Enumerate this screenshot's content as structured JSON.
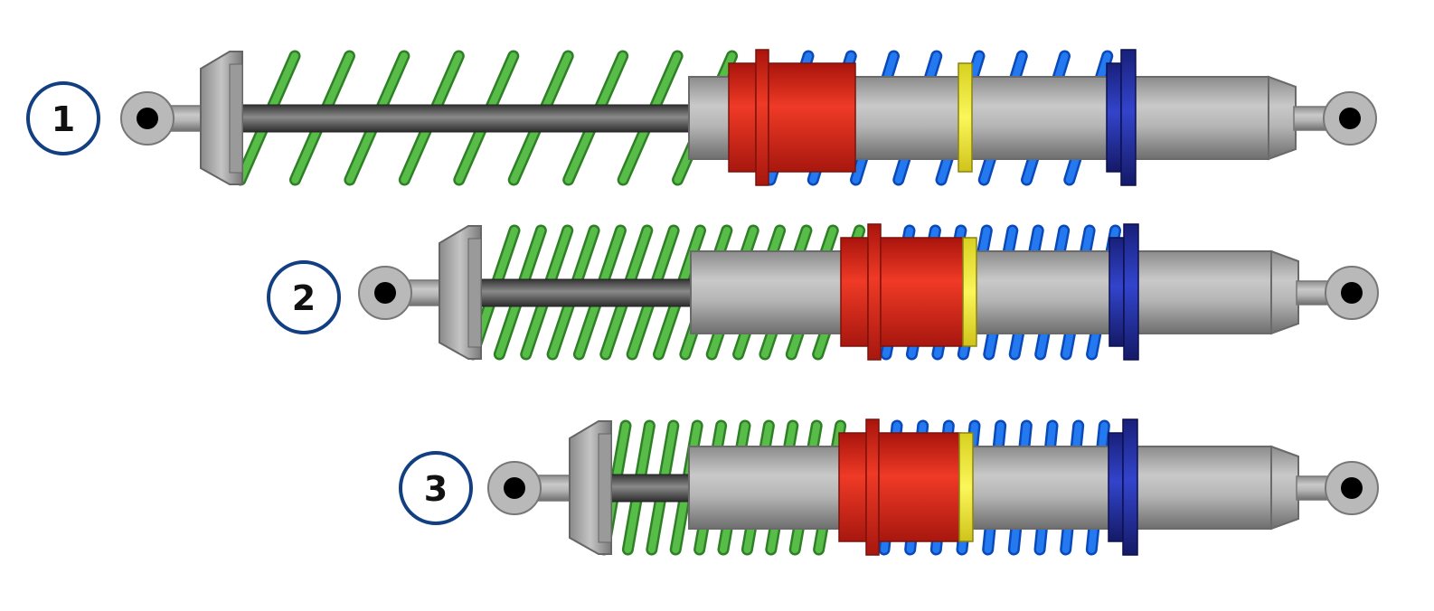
{
  "colors": {
    "spring_green": "#4caf3e",
    "spring_blue": "#1565e8",
    "collar_red": "#e02a1c",
    "ring_yellow": "#f5ef3a",
    "collar_blue": "#1f2fb0",
    "label_ring": "#123f82",
    "body_gray": "#a8a8a8",
    "rod_dark": "#4a4a4a"
  },
  "shocks": [
    {
      "label": "1"
    },
    {
      "label": "2"
    },
    {
      "label": "3"
    }
  ]
}
